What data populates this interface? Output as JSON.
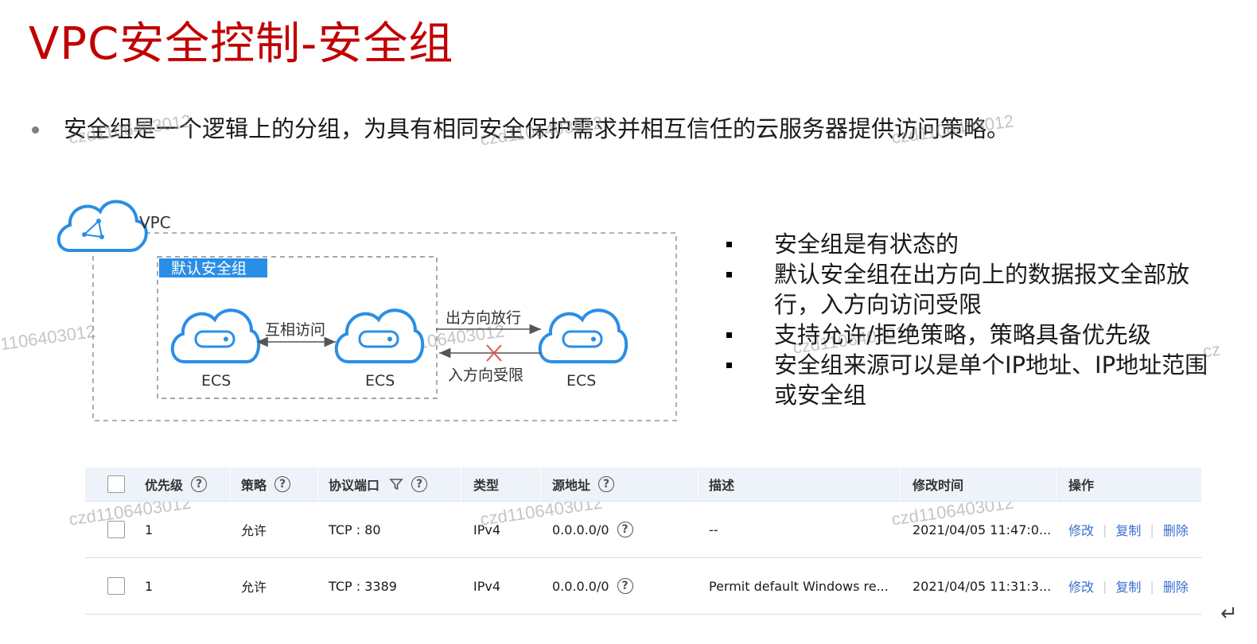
{
  "title": "VPC安全控制-安全组",
  "main_bullet": "安全组是一个逻辑上的分组，为具有相同安全保护需求并相互信任的云服务器提供访问策略。",
  "watermark": {
    "text_full": "czd1106403012",
    "text_partial_left": "1106403012",
    "text_partial_right": "cz"
  },
  "diagram": {
    "vpc_label": "VPC",
    "group_label": "默认安全组",
    "mutual_access": "互相访问",
    "outbound_allow": "出方向放行",
    "inbound_limit": "入方向受限",
    "ecs_label": "ECS",
    "colors": {
      "cloud": "#2a8ee6",
      "group_label_bg": "#2a8ee6",
      "deny_x": "#e05555"
    }
  },
  "features": [
    "安全组是有状态的",
    "默认安全组在出方向上的数据报文全部放行，入方向访问受限",
    "支持允许/拒绝策略，策略具备优先级",
    "安全组来源可以是单个IP地址、IP地址范围或安全组"
  ],
  "table": {
    "headers": {
      "priority": "优先级",
      "policy": "策略",
      "protocol_port": "协议端口",
      "type": "类型",
      "source": "源地址",
      "description": "描述",
      "modified_time": "修改时间",
      "actions": "操作"
    },
    "rows": [
      {
        "priority": "1",
        "policy": "允许",
        "protocol_port": "TCP : 80",
        "type": "IPv4",
        "source": "0.0.0.0/0",
        "description": "--",
        "modified_time": "2021/04/05 11:47:0...",
        "actions": {
          "modify": "修改",
          "copy": "复制",
          "delete": "删除"
        }
      },
      {
        "priority": "1",
        "policy": "允许",
        "protocol_port": "TCP : 3389",
        "type": "IPv4",
        "source": "0.0.0.0/0",
        "description": "Permit default Windows re...",
        "modified_time": "2021/04/05 11:31:3...",
        "actions": {
          "modify": "修改",
          "copy": "复制",
          "delete": "删除"
        }
      }
    ],
    "colors": {
      "header_bg": "#eef2f9",
      "link": "#3a6fce"
    }
  },
  "icons": {
    "help": "question-circle-icon",
    "filter": "filter-icon",
    "cloud": "cloud-icon",
    "server": "server-icon",
    "return": "return-arrow-icon"
  }
}
